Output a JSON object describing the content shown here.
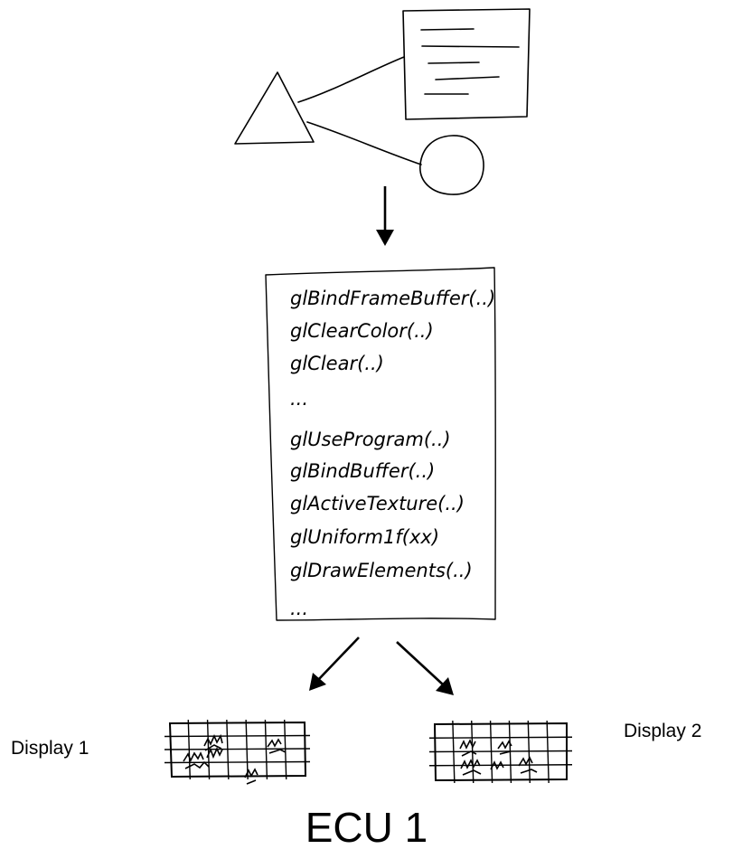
{
  "scene_graph": {
    "nodes": [
      "triangle",
      "document",
      "circle"
    ]
  },
  "command_list": {
    "lines": [
      "glBindFrameBuffer(..)",
      "glClearColor(..)",
      "glClear(..)",
      "...",
      "glUseProgram(..)",
      "glBindBuffer(..)",
      "glActiveTexture(..)",
      "glUniform1f(xx)",
      "glDrawElements(..)",
      "..."
    ]
  },
  "displays": [
    {
      "label": "Display 1"
    },
    {
      "label": "Display 2"
    }
  ],
  "ecu_title": "ECU 1"
}
